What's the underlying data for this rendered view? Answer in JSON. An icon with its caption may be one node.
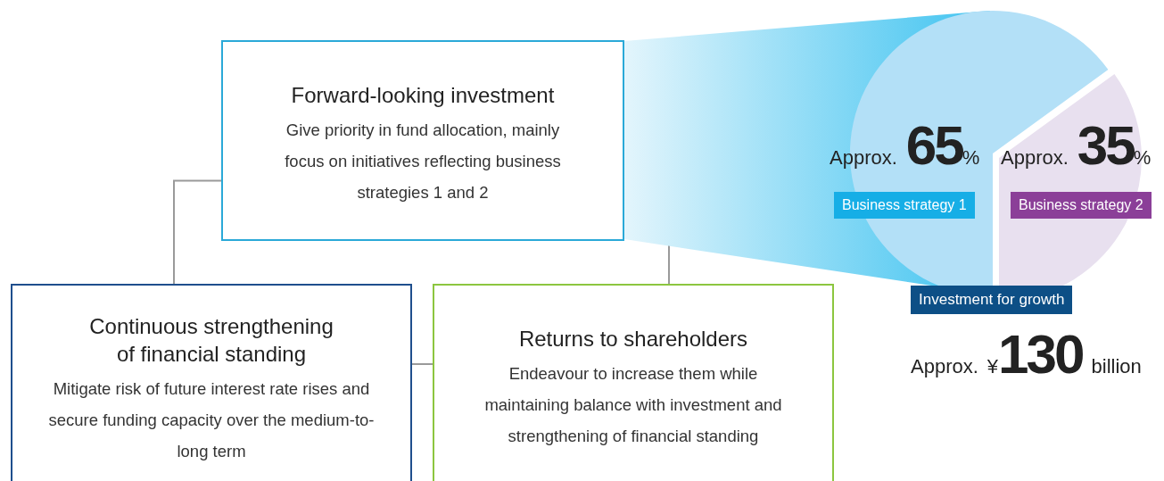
{
  "diagram": {
    "nodes": [
      {
        "text": [
          "Forward-looking investment",
          "Give priority in fund allocation, mainly focus on initiatives reflecting business strategies 1 and 2"
        ]
      },
      {
        "text": [
          "Continuous strengthening of financial standing",
          "Mitigate risk of future interest rate rises and secure funding capacity over the medium-to-long term"
        ]
      },
      {
        "text": [
          "Returns to shareholders",
          "Endeavour to increase them while maintaining balance with investment and strengthening of financial standing"
        ]
      }
    ],
    "edges": [
      {
        "from": 0,
        "to": 1,
        "arrow": "none"
      },
      {
        "from": 0,
        "to": 2,
        "arrow": "none"
      },
      {
        "from": 1,
        "to": 2,
        "arrow": "none"
      }
    ],
    "labels": [
      "Approx. 65%",
      "Approx. 35%",
      "Investment for growth",
      "Approx. ¥130 billion"
    ],
    "chart_data": {
      "type": "pie",
      "categories": [
        "Business strategy 1",
        "Business strategy 2"
      ],
      "values": [
        65,
        35
      ]
    }
  }
}
